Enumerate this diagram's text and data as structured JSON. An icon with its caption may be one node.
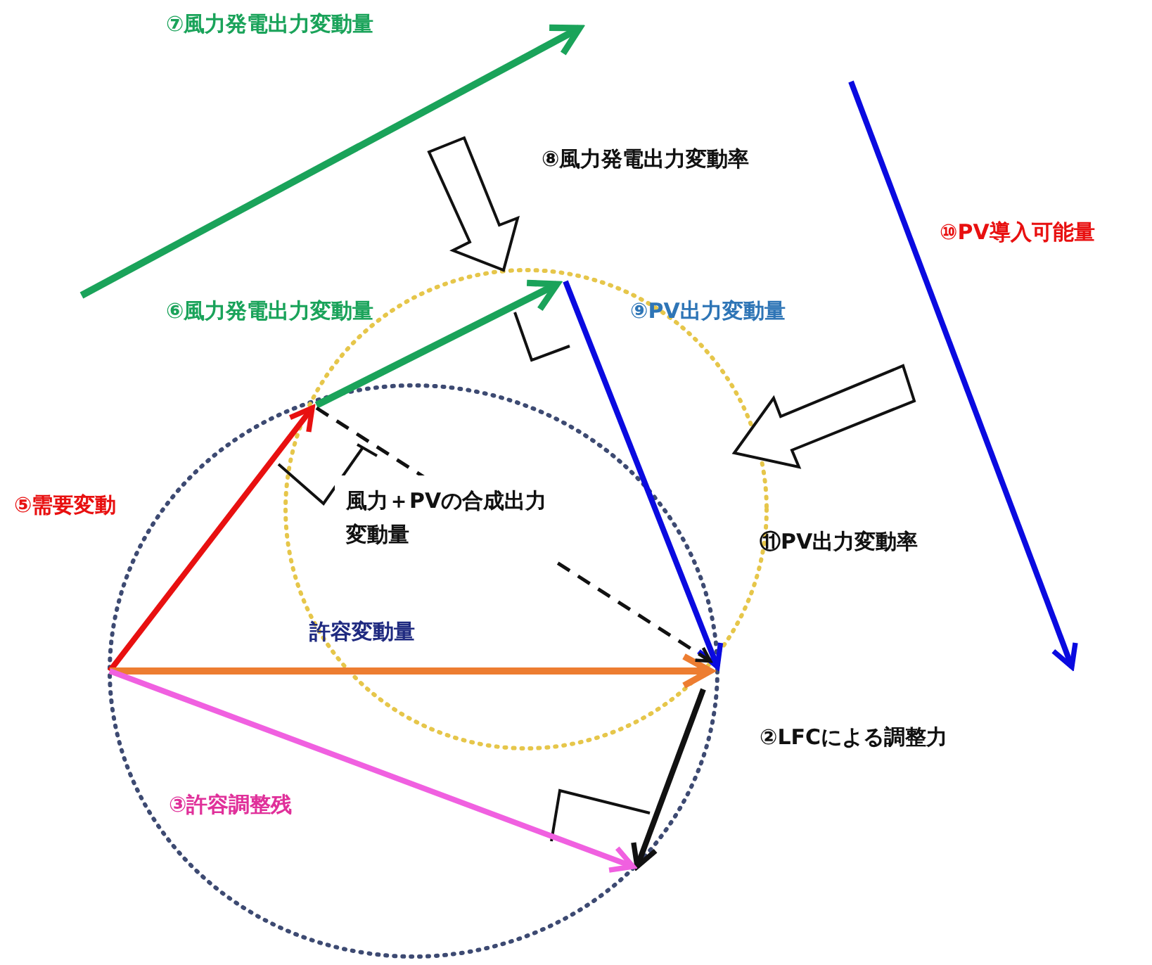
{
  "diagram": {
    "labels": [
      "⑦風力発電出力変動量",
      "⑧風力発電出力変動率",
      "⑩PV導入可能量",
      "⑥風力発電出力変動量",
      "⑨PV出力変動量",
      "⑤需要変動",
      "風力＋PVの合成出力変動量",
      "⑪PV出力変動率",
      "許容変動量",
      "②LFCによる調整力",
      "③許容調整残"
    ]
  }
}
